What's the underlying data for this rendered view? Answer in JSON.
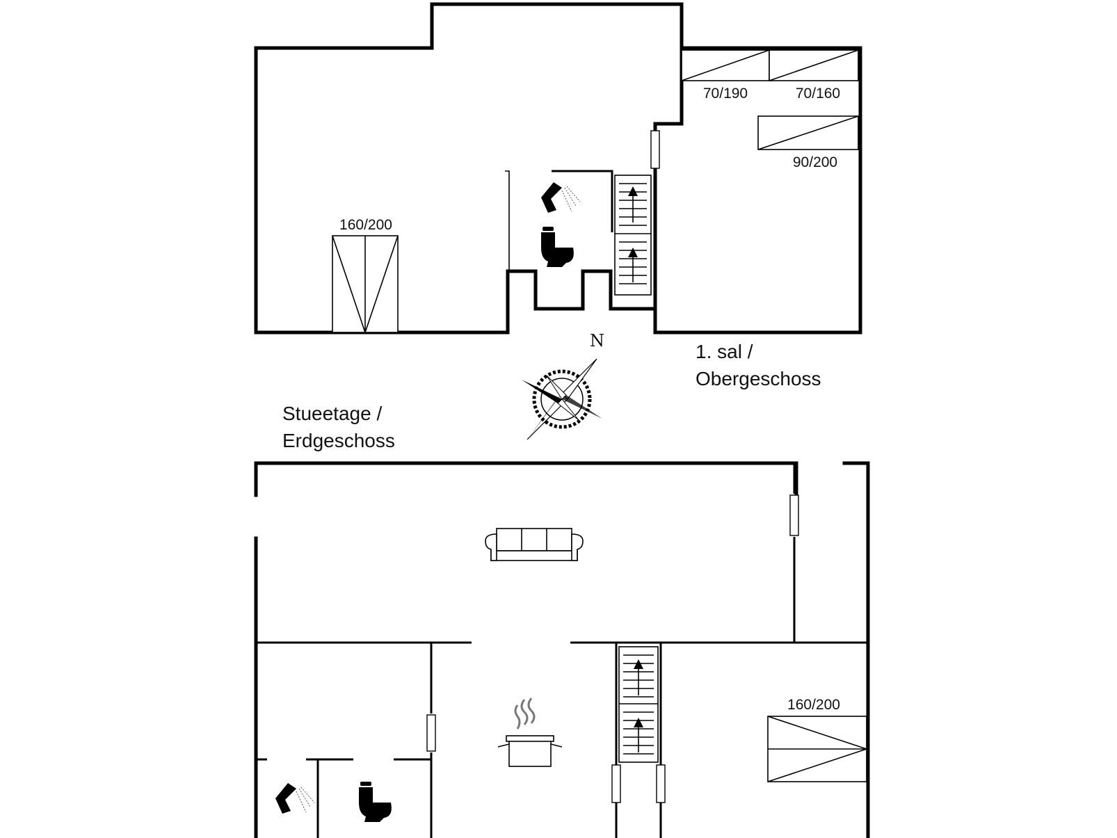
{
  "upper_floor": {
    "label_line1": "1. sal /",
    "label_line2": "Obergeschoss",
    "beds": [
      {
        "size": "160/200"
      },
      {
        "size": "70/190"
      },
      {
        "size": "70/160"
      },
      {
        "size": "90/200"
      }
    ]
  },
  "ground_floor": {
    "label_line1": "Stueetage /",
    "label_line2": "Erdgeschoss",
    "beds": [
      {
        "size": "160/200"
      }
    ]
  },
  "compass": {
    "north_label": "N"
  },
  "icons": [
    "shower-icon",
    "toilet-icon",
    "sofa-icon",
    "cooking-pot-icon",
    "stairs-up-icon",
    "compass-rose-icon"
  ]
}
